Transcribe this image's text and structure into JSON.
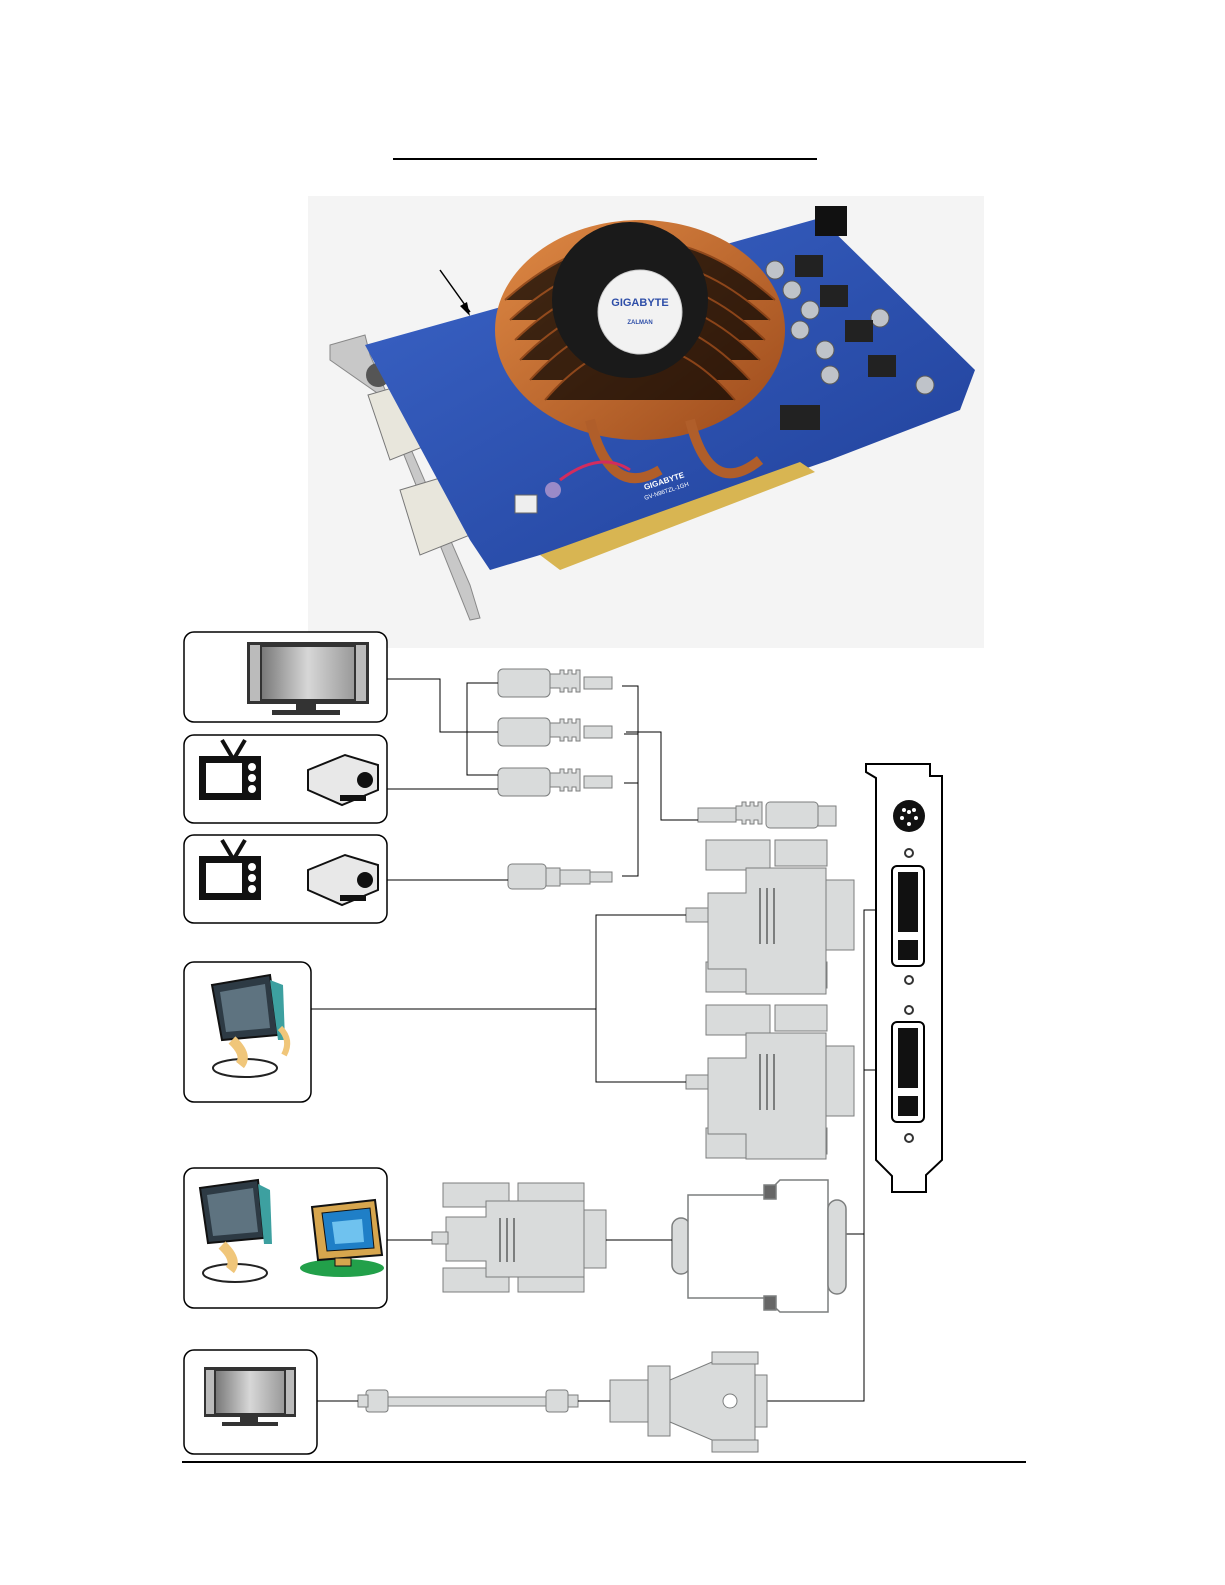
{
  "page": {
    "title": "",
    "footer_text": ""
  },
  "card_photo": {
    "brand_logo": "GIGABYTE",
    "fan_sub_label": "ZALMAN",
    "pcb_silkscreen_brand": "GIGABYTE",
    "pcb_silkscreen_model": "GV-N96TZL-1GH"
  },
  "devices": {
    "hdtv_component": "hdtv-icon",
    "tv_svideo": "tv-icon",
    "projector_svideo": "projector-icon",
    "tv_composite": "tv-icon",
    "projector_composite": "projector-icon",
    "lcd_dvi": "lcd-monitor-icon",
    "lcd_vga": "lcd-monitor-icon",
    "crt_vga": "crt-monitor-icon",
    "hdmi_display": "hdtv-icon"
  },
  "connectors": {
    "component_plugs": 3,
    "svideo_plug": "svideo-connector-icon",
    "composite_plug": "rca-connector-icon",
    "tv_out_plug": "minidin-connector-icon",
    "dvi_cables": 2,
    "vga_cable": "vga-connector-icon",
    "dvi_to_dsub_adapter": "dvi-vga-adapter-icon",
    "hdmi_cable": "hdmi-cable-icon",
    "dvi_to_hdmi_adapter": "dvi-hdmi-adapter-icon"
  },
  "bracket": {
    "ports": [
      "tv-out-port",
      "dvi-i-port-1",
      "dvi-i-port-2"
    ]
  },
  "colors": {
    "pcb_blue": "#2a4fb0",
    "heatsink_copper": "#c8662a",
    "connector_gray": "#d9dbdb",
    "line": "#000000"
  }
}
